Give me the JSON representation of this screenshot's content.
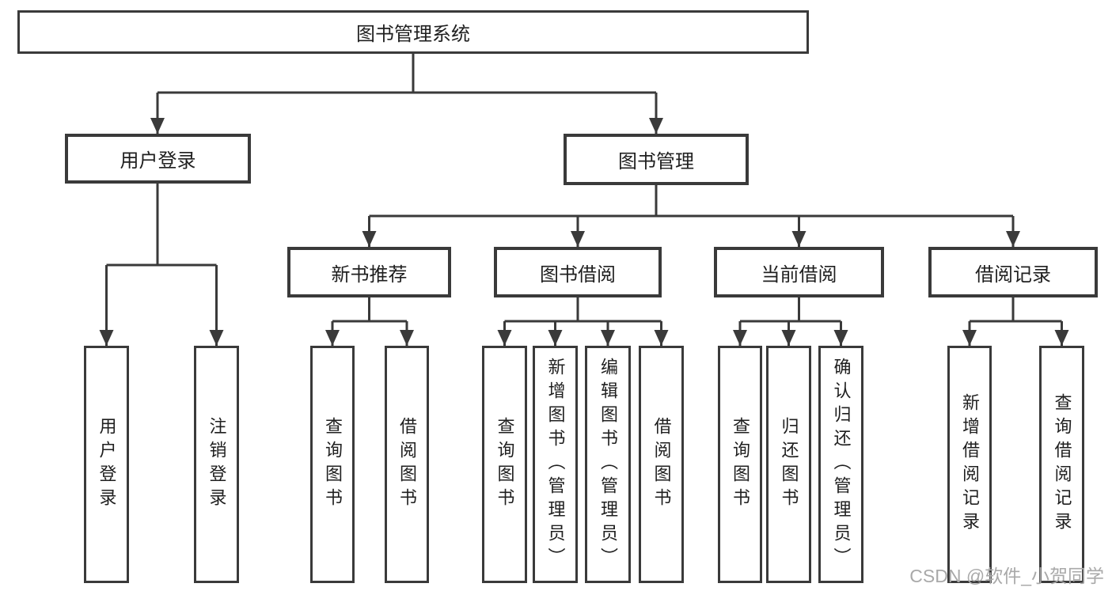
{
  "tree": {
    "root": {
      "label": "图书管理系统"
    },
    "level2": [
      {
        "label": "用户登录"
      },
      {
        "label": "图书管理"
      }
    ],
    "level3": [
      {
        "label": "新书推荐"
      },
      {
        "label": "图书借阅"
      },
      {
        "label": "当前借阅"
      },
      {
        "label": "借阅记录"
      }
    ],
    "leaves": {
      "user_login": [
        {
          "label": "用户登录"
        },
        {
          "label": "注销登录"
        }
      ],
      "new_book_rec": [
        {
          "label": "查询图书"
        },
        {
          "label": "借阅图书"
        }
      ],
      "book_borrow": [
        {
          "label": "查询图书"
        },
        {
          "label": "新增图书（管理员）"
        },
        {
          "label": "编辑图书（管理员）"
        },
        {
          "label": "借阅图书"
        }
      ],
      "current_borrow": [
        {
          "label": "查询图书"
        },
        {
          "label": "归还图书"
        },
        {
          "label": "确认归还（管理员）"
        }
      ],
      "borrow_records": [
        {
          "label": "新增借阅记录"
        },
        {
          "label": "查询借阅记录"
        }
      ]
    }
  },
  "watermark": {
    "text": "CSDN @软件_小贺同学"
  },
  "colors": {
    "line": "#3a3a3a",
    "text": "#1f1f1f",
    "watermark": "#a9a9a9",
    "background": "#ffffff"
  }
}
